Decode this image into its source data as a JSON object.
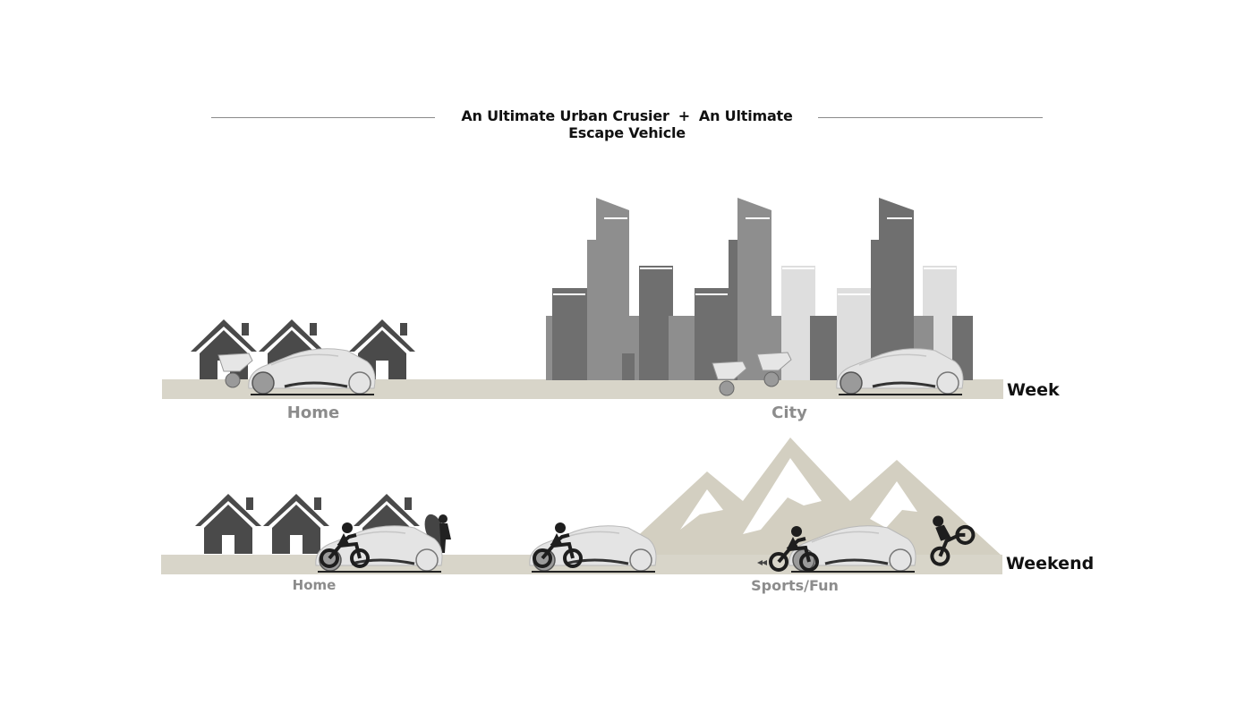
{
  "title": {
    "left": "An Ultimate Urban Crusier",
    "operator": "+",
    "right": "An Ultimate Escape Vehicle"
  },
  "rows": {
    "week": {
      "label": "Week",
      "places": [
        "Home",
        "City"
      ]
    },
    "weekend": {
      "label": "Weekend",
      "places": [
        "Home",
        "Sports/Fun"
      ]
    }
  },
  "colors": {
    "road": "#d8d5c9",
    "house": "#4a4a4a",
    "building_dark": "#6f6f6f",
    "building_mid": "#8e8e8e",
    "building_light": "#dedede",
    "mountain": "#d3cfc1",
    "car_body": "#e6e6e6",
    "rider": "#1e1e1e"
  }
}
